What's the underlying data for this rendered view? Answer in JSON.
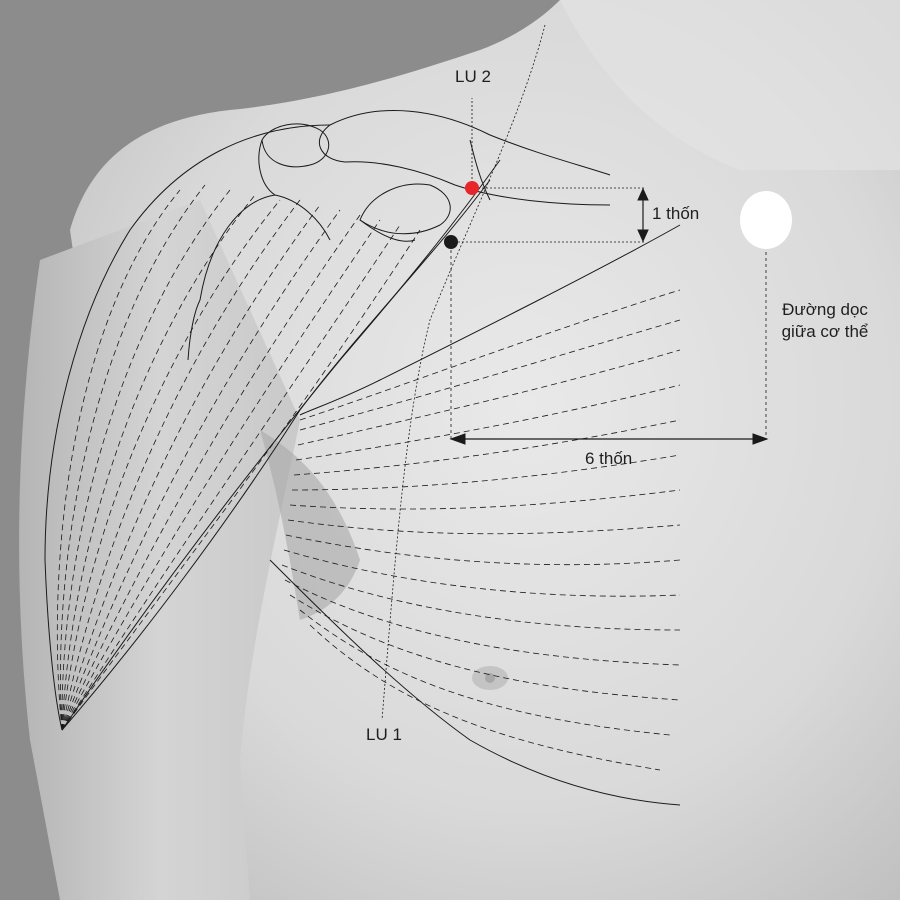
{
  "labels": {
    "lu2": "LU 2",
    "lu1": "LU 1",
    "one_thon": "1 thốn",
    "six_thon": "6 thốn",
    "midline_line1": "Đường dọc",
    "midline_line2": "giữa cơ thể"
  },
  "colors": {
    "lu2_point": "#e8262a",
    "lu1_point": "#1a1a1a",
    "midline_marker": "#ffffff",
    "line": "#1a1a1a"
  }
}
